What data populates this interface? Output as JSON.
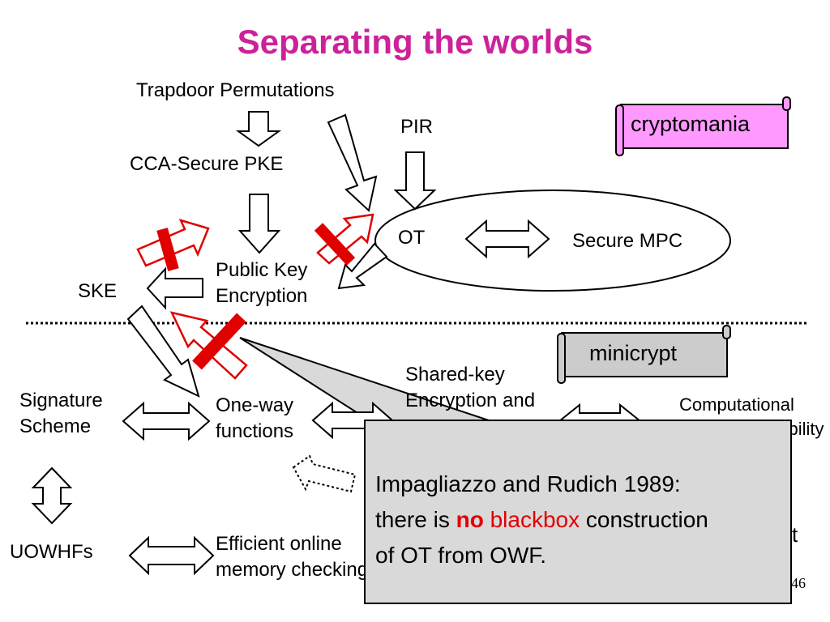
{
  "title": "Separating the worlds",
  "nodes": {
    "trapdoor": "Trapdoor Permutations",
    "pir": "PIR",
    "cca": "CCA-Secure PKE",
    "ot": "OT",
    "secure_mpc": "Secure MPC",
    "pke_line1": "Public Key",
    "pke_line2": "Encryption",
    "ske": "SKE",
    "shared_key_line1": "Shared-key",
    "shared_key_line2": "Encryption and",
    "computational_line1": "Computational",
    "computational_line2": "Indistinguishability",
    "signature_line1": "Signature",
    "signature_line2": "Scheme",
    "owf_line1": "One-way",
    "owf_line2": "functions",
    "uowhfs": "UOWHFs",
    "memcheck_line1": "Efficient online",
    "memcheck_line2": "memory checking",
    "right_fragment": "t"
  },
  "worlds": {
    "cryptomania": "cryptomania",
    "minicrypt": "minicrypt"
  },
  "callout": {
    "line1": "Impagliazzo and Rudich 1989:",
    "line2_prefix": "there is ",
    "line2_bold": "no",
    "line2_red": "blackbox",
    "line2_suffix": " construction",
    "line3": "of OT from OWF."
  },
  "page_number": "46",
  "colors": {
    "title": "#cc2299",
    "cryptomania_fill": "#ff99ff",
    "minicrypt_fill": "#cccccc",
    "blocked": "#e00000",
    "callout_fill": "#d9d9d9"
  }
}
